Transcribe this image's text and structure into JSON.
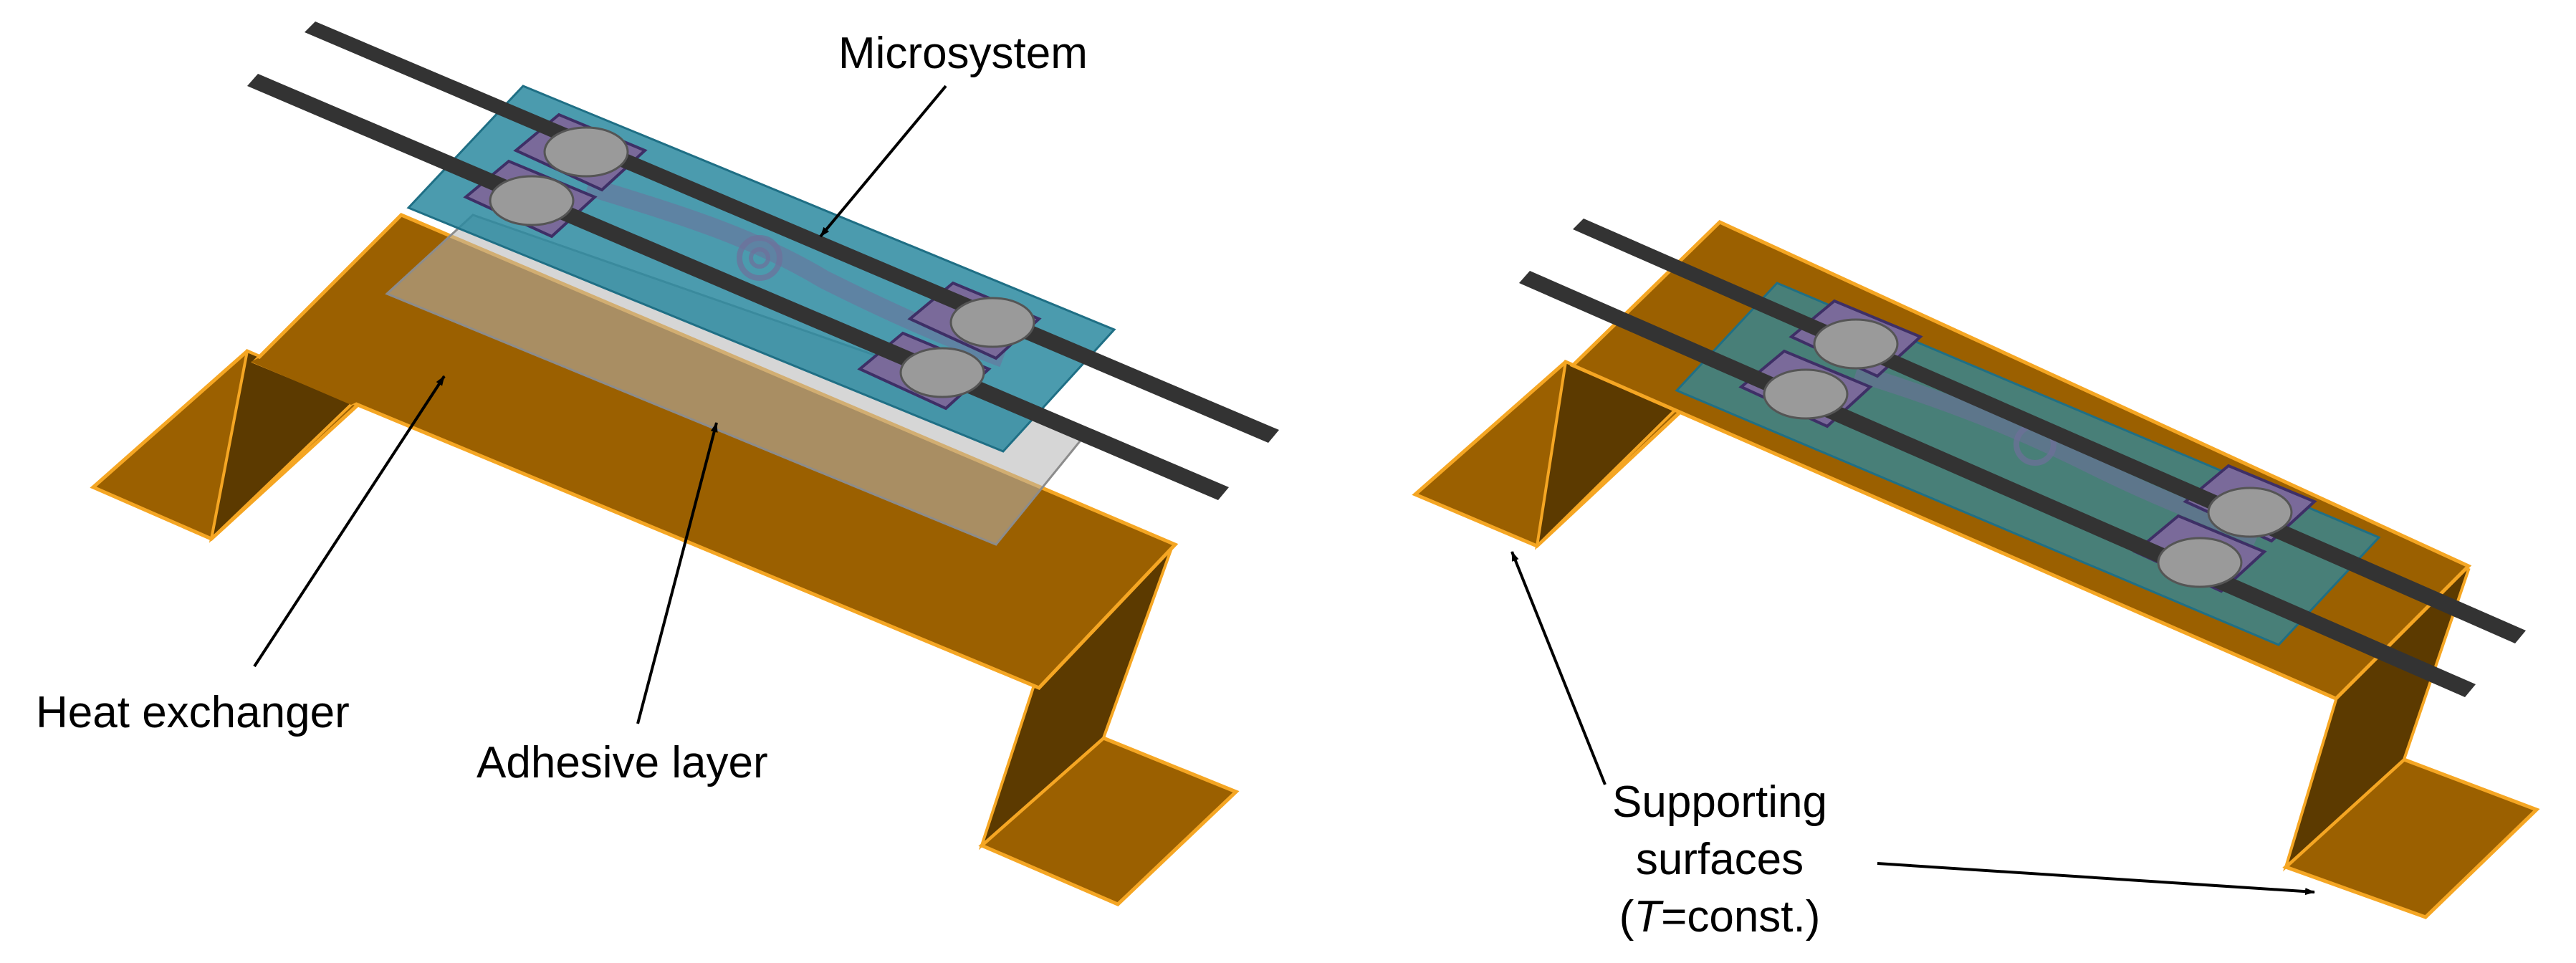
{
  "labels": {
    "microsystem": "Microsystem",
    "heat_exchanger": "Heat exchanger",
    "adhesive_layer": "Adhesive layer",
    "supporting_1": "Supporting",
    "supporting_2": "surfaces",
    "supporting_3_pre": "(",
    "supporting_3_T": "T",
    "supporting_3_post": "=const.)"
  },
  "colors": {
    "copper_top": "#9B6000",
    "copper_side": "#5C3A00",
    "copper_edge": "#F5A623",
    "adhesive": "#B4B4B4",
    "chip": "#2C8AA0",
    "pad": "#7A6A9A",
    "disk": "#9A9A9A",
    "lead": "#333333"
  },
  "icons": [
    "arrow-icon"
  ]
}
